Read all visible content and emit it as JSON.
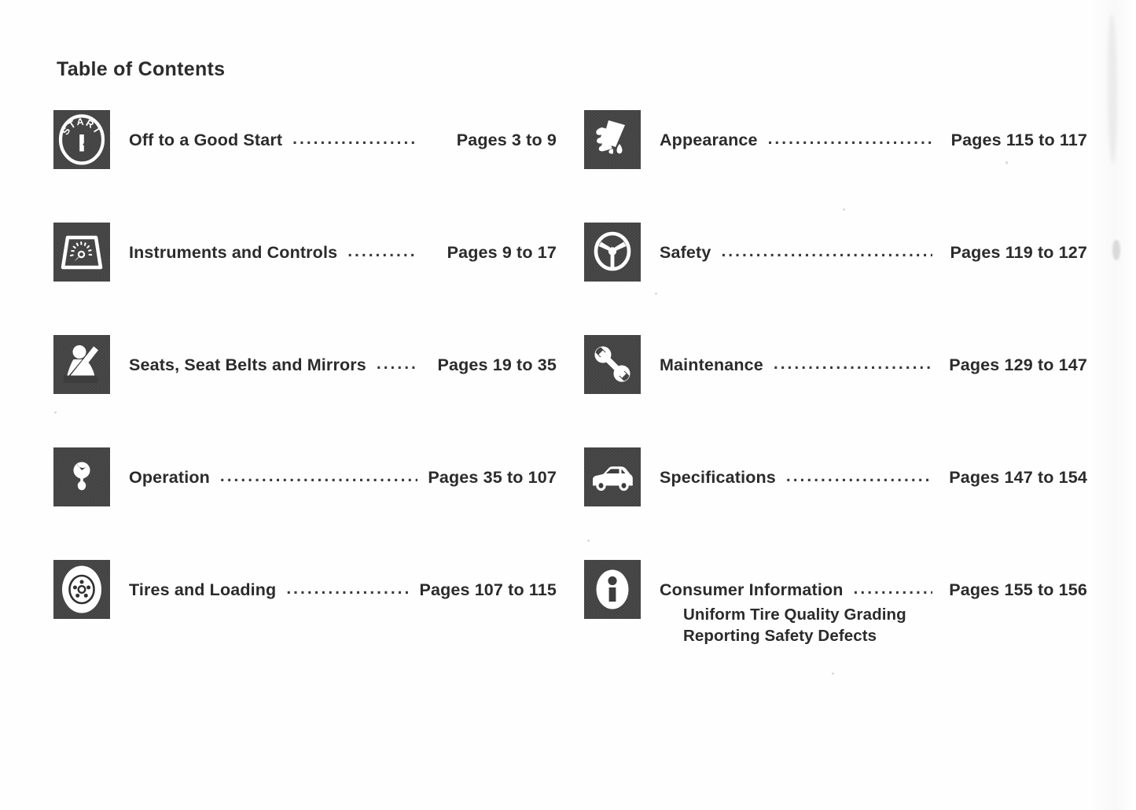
{
  "document": {
    "title": "Table of Contents",
    "page_kind": "owner-manual-table-of-contents"
  },
  "columns": {
    "left": [
      {
        "icon": "start-ignition-icon",
        "label": "Off to a Good Start",
        "leader": "................................",
        "pages": "Pages 3 to 9"
      },
      {
        "icon": "instrument-cluster-icon",
        "label": "Instruments and Controls",
        "leader": ".................",
        "pages": "Pages 9 to 17"
      },
      {
        "icon": "seat-belt-icon",
        "label": "Seats, Seat Belts and Mirrors",
        "leader": "......",
        "pages": "Pages  19  to  35"
      },
      {
        "icon": "gear-shift-knob-icon",
        "label": "Operation",
        "leader": "......................................",
        "pages": "Pages 35 to 107"
      },
      {
        "icon": "tire-wheel-icon",
        "label": "Tires and Loading",
        "leader": "......................",
        "pages": "Pages 107 to 115"
      }
    ],
    "right": [
      {
        "icon": "hand-polishing-cloth-icon",
        "label": "Appearance",
        "leader": "................................",
        "pages": "Pages 115 to 117"
      },
      {
        "icon": "steering-wheel-icon",
        "label": "Safety",
        "leader": ".........................................",
        "pages": "Pages 119 to 127"
      },
      {
        "icon": "wrench-icon",
        "label": "Maintenance",
        "leader": "..............................",
        "pages": "Pages 129 to 147"
      },
      {
        "icon": "car-silhouette-icon",
        "label": "Specifications",
        "leader": "...........................",
        "pages": "Pages 147 to 154"
      },
      {
        "icon": "information-icon",
        "label": "Consumer Information",
        "leader": ".............",
        "pages": "Pages 155 to 156",
        "sublines": [
          "Uniform Tire Quality Grading",
          "Reporting Safety Defects"
        ]
      }
    ]
  },
  "colors": {
    "paper": "#fefefe",
    "ink": "#2b2b2b",
    "icon_tile": "#3d3d3d",
    "icon_glyph": "#ffffff"
  }
}
